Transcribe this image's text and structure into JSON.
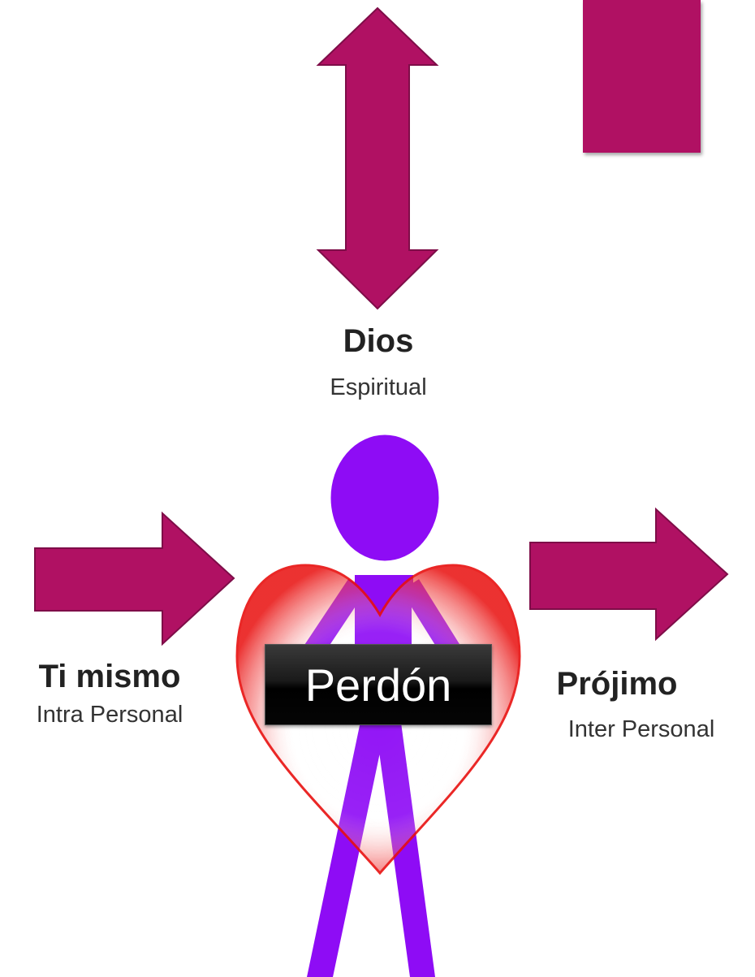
{
  "colors": {
    "arrow": "#b01163",
    "arrow_edge": "#7e0d48",
    "figure": "#8e0cf5",
    "heart": "#e8100f",
    "badge_text": "#ffffff"
  },
  "god": {
    "title": "Dios",
    "subtitle": "Espiritual"
  },
  "self": {
    "title": "Ti mismo",
    "subtitle": "Intra Personal"
  },
  "neighbor": {
    "title": "Prójimo",
    "subtitle": "Inter Personal"
  },
  "center": {
    "label": "Perdón"
  }
}
